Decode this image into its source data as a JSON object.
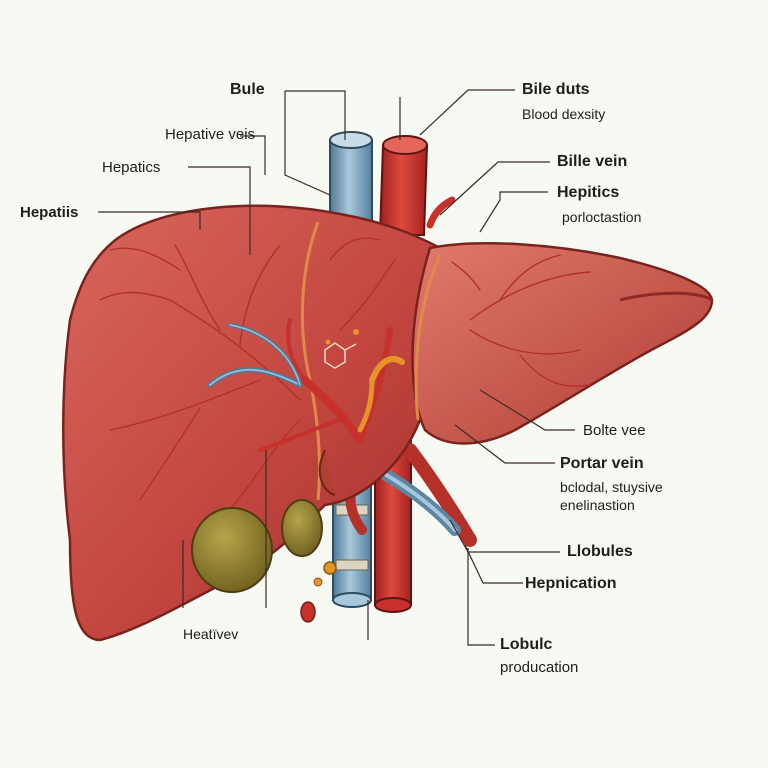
{
  "labels": {
    "bule": "Bule",
    "hepative_veis": "Hepative veis",
    "hepatics_left": "Hepatics",
    "hepatiis": "Hepatiis",
    "heatvev": "Heatïvev",
    "bile_duts": "Bile duts",
    "blood_dexsity": "Blood dexsity",
    "bille_vein": "Bille vein",
    "hepitics": "Hepitics",
    "porlocastation": "porloctastion",
    "bolte_vee": "Bolte vee",
    "portar_vein": "Portar vein",
    "bclodal": "bclodal, stuysive",
    "enelinastion": "enelinastion",
    "llobules": "Llobules",
    "hepnication": "Hepnication",
    "lobulc": "Lobulc",
    "producation": "producation"
  },
  "colors": {
    "liver": "#c2463f",
    "liver_dark": "#8e2a26",
    "vein_blue": "#6d97b5",
    "artery_red": "#c8302c",
    "gallbladder": "#8b7a2c",
    "bile_orange": "#e6942a",
    "leader": "#3a2c24"
  }
}
